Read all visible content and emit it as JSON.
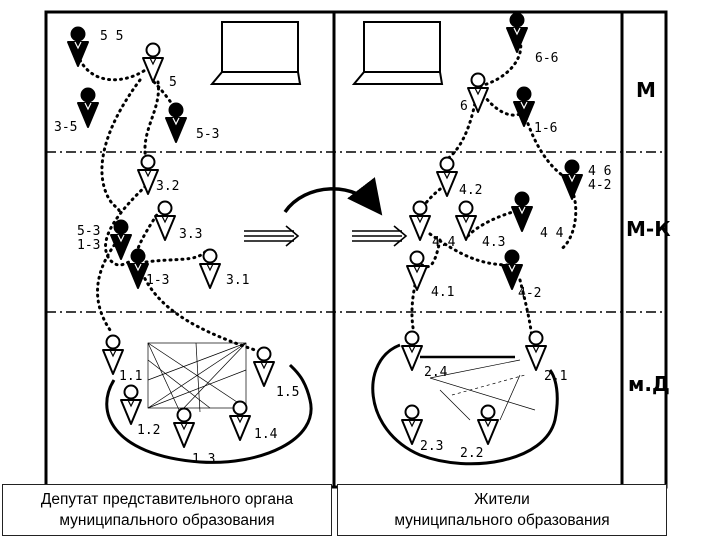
{
  "row_labels": {
    "top": "М",
    "middle": "М-К",
    "bottom": "м.Д"
  },
  "figures": [
    {
      "id": "p55",
      "filled": true,
      "label": "5 5"
    },
    {
      "id": "p5",
      "filled": false,
      "label": "5"
    },
    {
      "id": "p35",
      "filled": true,
      "label": "3-5"
    },
    {
      "id": "p53",
      "filled": true,
      "label": "5-3"
    },
    {
      "id": "p32",
      "filled": false,
      "label": "3.2"
    },
    {
      "id": "p33",
      "filled": false,
      "label": "3.3"
    },
    {
      "id": "p5313",
      "filled": true,
      "label": "5-3\n1-3"
    },
    {
      "id": "p13",
      "filled": true,
      "label": "1-3"
    },
    {
      "id": "p31",
      "filled": false,
      "label": "3.1"
    },
    {
      "id": "p66",
      "filled": true,
      "label": "6-6"
    },
    {
      "id": "p6",
      "filled": false,
      "label": "6"
    },
    {
      "id": "p16",
      "filled": true,
      "label": "1-6"
    },
    {
      "id": "p4642",
      "filled": true,
      "label": "4 6\n4-2"
    },
    {
      "id": "p42a",
      "filled": false,
      "label": "4.2"
    },
    {
      "id": "p44a",
      "filled": false,
      "label": "4.4"
    },
    {
      "id": "p43",
      "filled": false,
      "label": "4.3"
    },
    {
      "id": "p44b",
      "filled": true,
      "label": "4 4"
    },
    {
      "id": "p41",
      "filled": false,
      "label": "4.1"
    },
    {
      "id": "p42b",
      "filled": true,
      "label": "4-2"
    },
    {
      "id": "p11",
      "filled": false,
      "label": "1.1"
    },
    {
      "id": "p15",
      "filled": false,
      "label": "1.5"
    },
    {
      "id": "p12",
      "filled": false,
      "label": "1.2"
    },
    {
      "id": "p14",
      "filled": false,
      "label": "1.4"
    },
    {
      "id": "p1_3",
      "filled": false,
      "label": "1.3"
    },
    {
      "id": "p24",
      "filled": false,
      "label": "2.4"
    },
    {
      "id": "p21",
      "filled": false,
      "label": "2.1"
    },
    {
      "id": "p23",
      "filled": false,
      "label": "2.3"
    },
    {
      "id": "p22",
      "filled": false,
      "label": "2.2"
    }
  ],
  "legend": {
    "left": "Депутат представительного органа\nмуниципального образования",
    "right": "Жители\nмуниципального образования"
  },
  "colors": {
    "ink": "#000000",
    "background": "#ffffff"
  }
}
